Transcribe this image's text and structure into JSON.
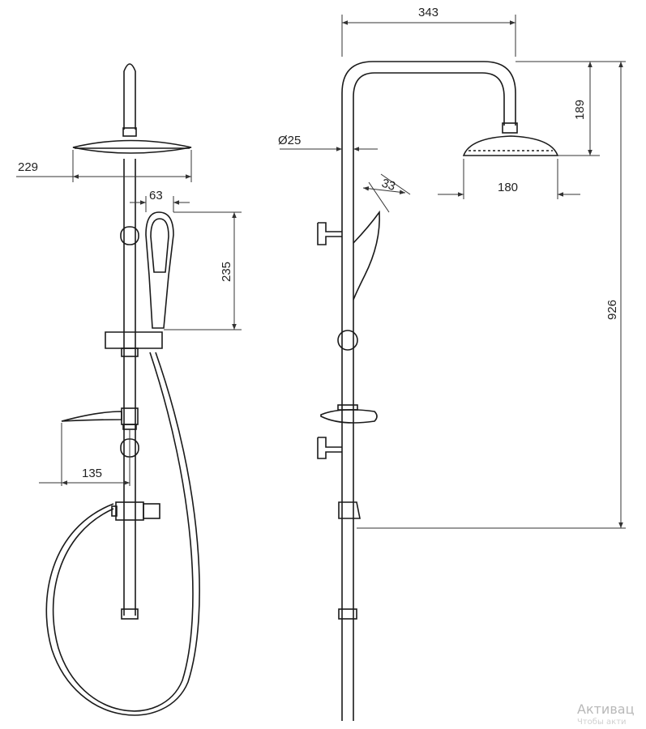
{
  "dimensions": {
    "showerhead_diameter_front": "229",
    "hand_shower_width": "63",
    "hand_shower_length": "235",
    "shelf_depth": "135",
    "arm_reach": "343",
    "pipe_diameter": "Ø25",
    "tilt_angle": "33",
    "head_drop": "189",
    "showerhead_diameter_side": "180",
    "rail_height": "926"
  },
  "watermark": {
    "line1": "Активац",
    "line2": "Чтобы акти"
  },
  "colors": {
    "line": "#1a1a1a",
    "dim_line": "#333333",
    "background": "#ffffff"
  }
}
